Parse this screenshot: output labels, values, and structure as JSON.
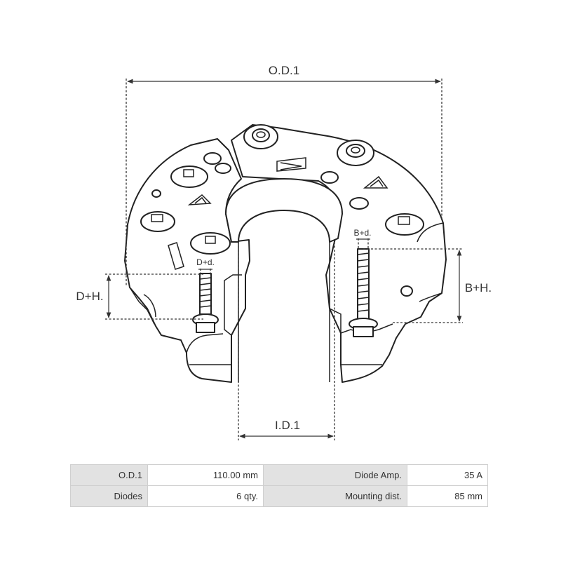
{
  "labels": {
    "od": "O.D.1",
    "id": "I.D.1",
    "dh": "D+H.",
    "bh": "B+H.",
    "dd": "D+d.",
    "bd": "B+d."
  },
  "specs": [
    {
      "label": "O.D.1",
      "value": "110.00 mm",
      "label2": "Diode Amp.",
      "value2": "35 A"
    },
    {
      "label": "Diodes",
      "value": "6 qty.",
      "label2": "Mounting dist.",
      "value2": "85 mm"
    }
  ]
}
